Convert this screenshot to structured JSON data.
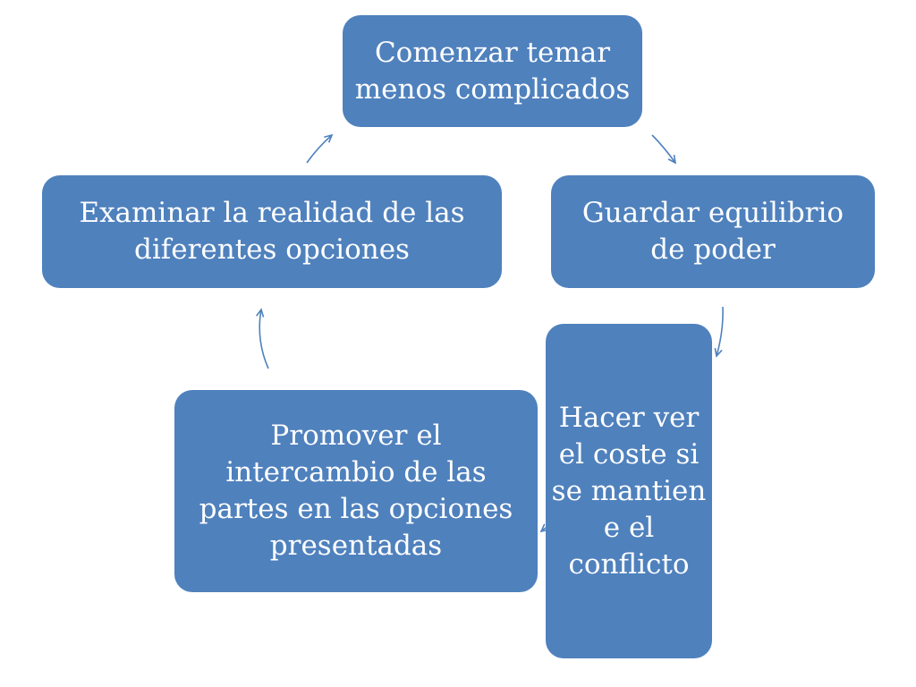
{
  "diagram": {
    "nodes": [
      {
        "id": "top",
        "label": "Comenzar temar menos complicados"
      },
      {
        "id": "right",
        "label": "Guardar equilibrio de poder"
      },
      {
        "id": "mid",
        "label": "Hacer ver el coste si se mantien e el conflicto"
      },
      {
        "id": "bottom",
        "label": "Promover el intercambio de las partes en las opciones presentadas"
      },
      {
        "id": "left",
        "label": "Examinar la realidad de las diferentes opciones"
      }
    ],
    "edges": [
      {
        "from": "top",
        "to": "right"
      },
      {
        "from": "right",
        "to": "mid"
      },
      {
        "from": "mid",
        "to": "bottom"
      },
      {
        "from": "bottom",
        "to": "left"
      },
      {
        "from": "left",
        "to": "top"
      }
    ],
    "colors": {
      "box_fill": "#4f81bd",
      "box_text": "#ffffff",
      "arrow": "#4f81bd"
    }
  }
}
